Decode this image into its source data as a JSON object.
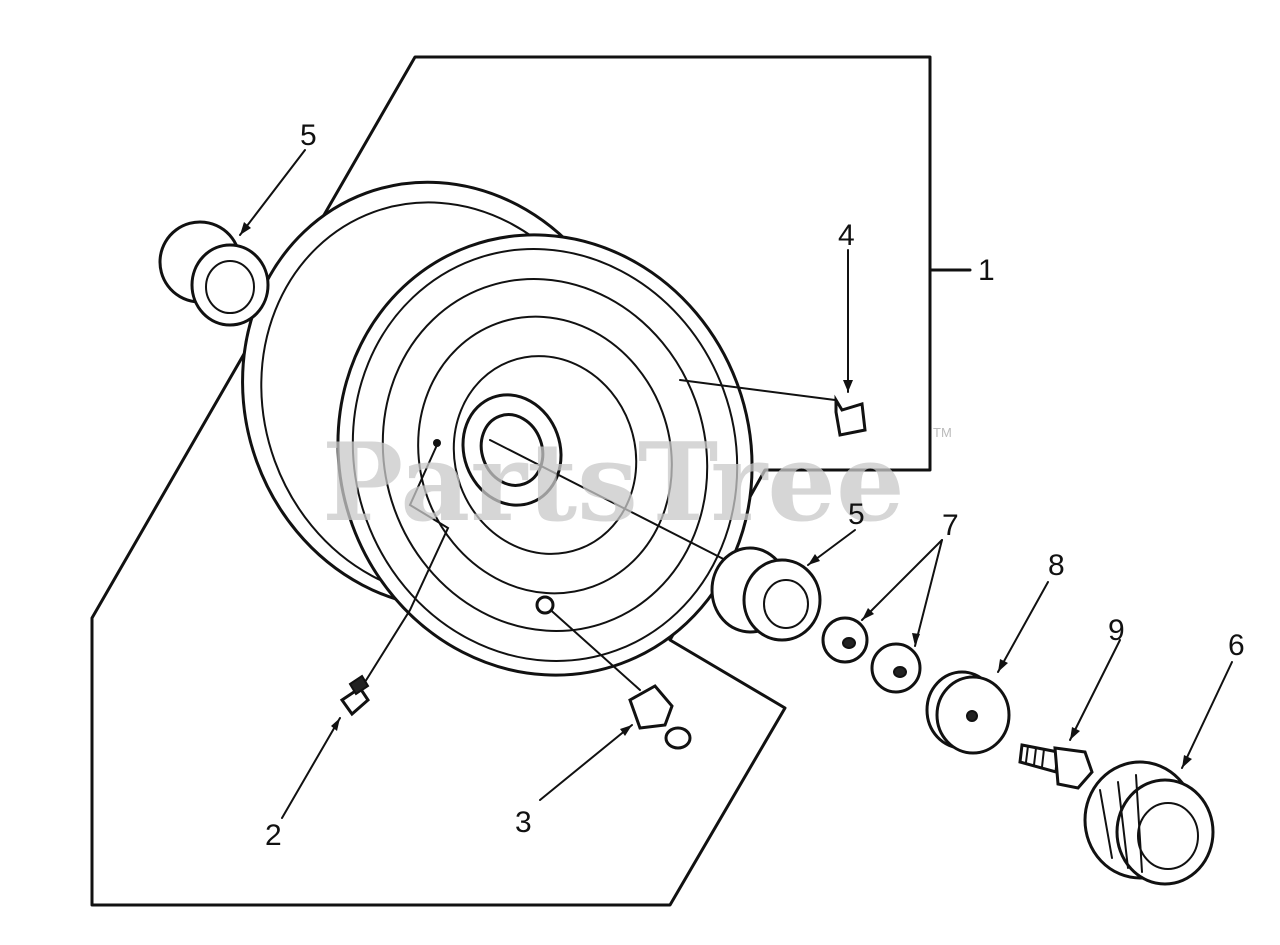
{
  "watermark": {
    "text": "PartsTree",
    "mark": "TM"
  },
  "callouts": {
    "c1": "1",
    "c2": "2",
    "c3": "3",
    "c4": "4",
    "c5a": "5",
    "c5b": "5",
    "c6": "6",
    "c7": "7",
    "c8": "8",
    "c9": "9"
  }
}
